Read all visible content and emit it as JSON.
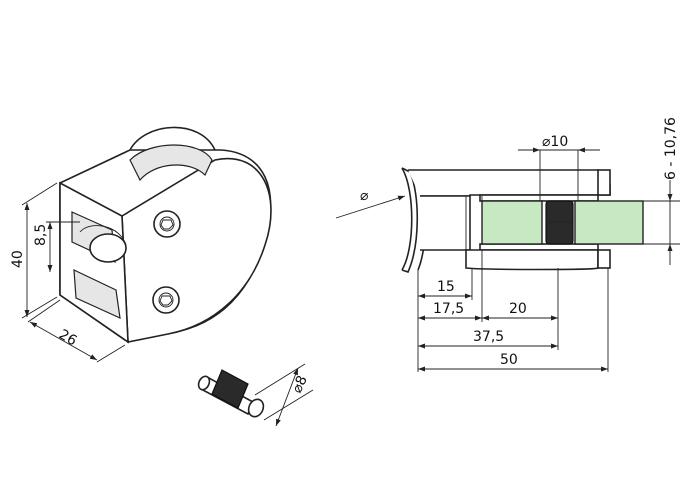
{
  "dimensions": {
    "left_view": {
      "height": "40",
      "slot_height": "8,5",
      "depth": "26",
      "pin_diameter": "⌀8"
    },
    "right_view": {
      "hole_diameter": "⌀10",
      "glass_thickness": "6 - 10,76",
      "tube_diameter": "⌀",
      "d15": "15",
      "d17_5": "17,5",
      "d20": "20",
      "d37_5": "37,5",
      "d50": "50"
    }
  },
  "colors": {
    "glass": "#c8e8c4",
    "rubber": "#2a2a2a",
    "line": "#222222"
  }
}
